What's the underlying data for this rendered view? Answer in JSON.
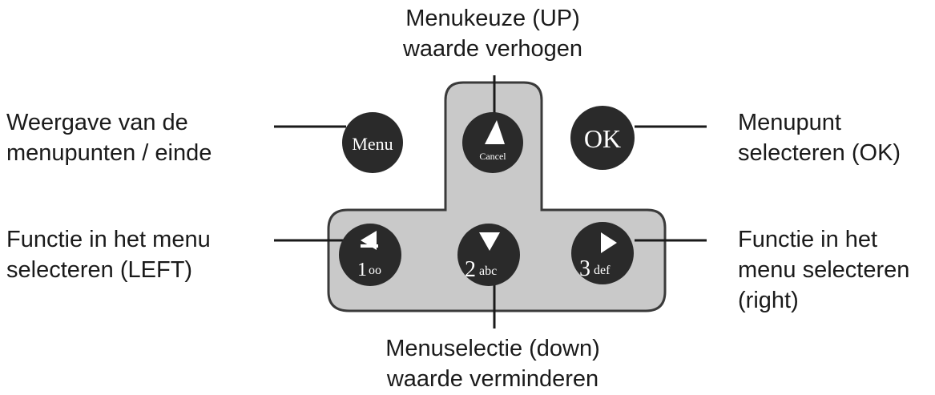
{
  "labels": {
    "up": [
      "Menukeuze (UP)",
      "waarde verhogen"
    ],
    "menu": [
      "Weergave van de",
      "menupunten / einde"
    ],
    "ok": [
      "Menupunt",
      "selecteren (OK)"
    ],
    "left": [
      "Functie in het menu",
      "selecteren (LEFT)"
    ],
    "right": [
      "Functie in het",
      "menu selecteren",
      "(right)"
    ],
    "down": [
      "Menuselectie (down)",
      "waarde verminderen"
    ]
  },
  "keys": {
    "menu": "Menu",
    "cancel": "Cancel",
    "ok": "OK",
    "one_digit": "1",
    "one_letters": "oo",
    "two_digit": "2",
    "two_letters": "abc",
    "three_digit": "3",
    "three_letters": "def"
  },
  "colors": {
    "key": "#2a2a2a",
    "panel": "#c9c9c9",
    "panel_border": "#3a3a3a",
    "line": "#1a1a1a"
  }
}
